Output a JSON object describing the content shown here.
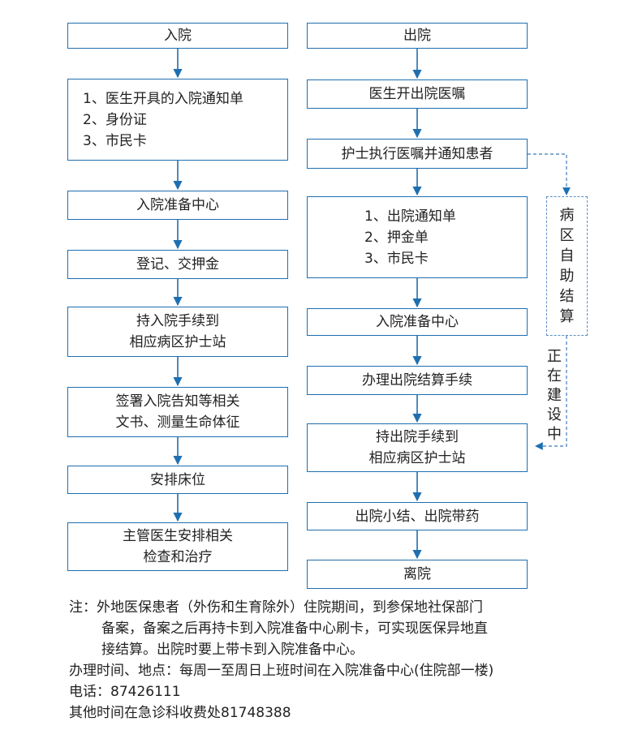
{
  "left_flow": {
    "admission": "入院",
    "docs": [
      "1、医生开具的入院通知单",
      "2、身份证",
      "3、市民卡"
    ],
    "prep_center": "入院准备中心",
    "register": "登记、交押金",
    "to_ward": [
      "持入院手续到",
      "相应病区护士站"
    ],
    "sign": [
      "签署入院告知等相关",
      "文书、测量生命体征"
    ],
    "bed": "安排床位",
    "exam": [
      "主管医生安排相关",
      "检查和治疗"
    ]
  },
  "right_flow": {
    "discharge": "出院",
    "order": "医生开出院医嘱",
    "nurse": "护士执行医嘱并通知患者",
    "docs": [
      "1、出院通知单",
      "2、押金单",
      "3、市民卡"
    ],
    "prep_center": "入院准备中心",
    "settle": "办理出院结算手续",
    "to_ward": [
      "持出院手续到",
      "相应病区护士站"
    ],
    "summary": "出院小结、出院带药",
    "leave": "离院"
  },
  "side_branch": {
    "self_service": [
      "病",
      "区",
      "自",
      "助",
      "结",
      "算"
    ],
    "under_construction": [
      "正",
      "在",
      "建",
      "设",
      "中"
    ]
  },
  "notes": {
    "note_line1": "注：外地医保患者（外伤和生育除外）住院期间，到参保地社保部门",
    "note_line2": "备案，备案之后再持卡到入院准备中心刷卡，可实现医保异地直",
    "note_line3": "接结算。出院时要上带卡到入院准备中心。",
    "hours": "办理时间、地点：每周一至周日上班时间在入院准备中心(住院部一楼)",
    "phone": "电话：87426111",
    "other": "其他时间在急诊科收费处81748388"
  },
  "colors": {
    "box_border": "#1f6fb0",
    "arrow": "#1f6fb0",
    "dashed": "#5b8fc4"
  }
}
